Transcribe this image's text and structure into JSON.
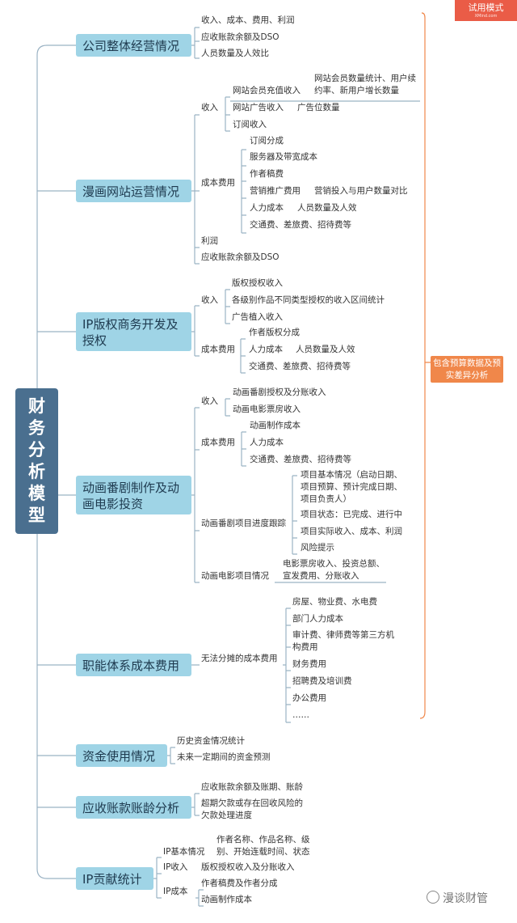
{
  "mode_badge": {
    "label": "试用模式",
    "sub": "XMind.com"
  },
  "root": "财务分析模型",
  "note": "包含预算数据及预实差异分析",
  "watermark": "漫谈财管",
  "c1": {
    "title": "公司整体经营情况",
    "items": [
      "收入、成本、费用、利润",
      "应收账款余额及DSO",
      "人员数量及人效比"
    ]
  },
  "c2": {
    "title": "漫画网站运营情况",
    "income": "收入",
    "member_charge": "网站会员充值收入",
    "member_stats": "网站会员数量统计、用户续约率、新用户增长数量",
    "ad_income": "网站广告收入",
    "ad_slots": "广告位数量",
    "subscription": "订阅收入",
    "cost": "成本费用",
    "cost_items": [
      "订阅分成",
      "服务器及带宽成本",
      "作者稿费"
    ],
    "marketing": "营销推广费用",
    "marketing_note": "营销投入与用户数量对比",
    "labor": "人力成本",
    "labor_note": "人员数量及人效",
    "travel": "交通费、差旅费、招待费等",
    "profit": "利润",
    "ar": "应收账款余额及DSO"
  },
  "c3": {
    "title": "IP版权商务开发及授权",
    "income": "收入",
    "income_items": [
      "版权授权收入",
      "各级别作品不同类型授权的收入区间统计",
      "广告植入收入"
    ],
    "cost": "成本费用",
    "author_share": "作者版权分成",
    "labor": "人力成本",
    "labor_note": "人员数量及人效",
    "travel": "交通费、差旅费、招待费等"
  },
  "c4": {
    "title": "动画番剧制作及动画电影投资",
    "income": "收入",
    "income_items": [
      "动画番剧授权及分账收入",
      "动画电影票房收入"
    ],
    "cost": "成本费用",
    "cost_items": [
      "动画制作成本",
      "人力成本",
      "交通费、差旅费、招待费等"
    ],
    "progress": "动画番剧项目进度跟踪",
    "progress_items": [
      "项目基本情况（启动日期、项目预算、预计完成日期、项目负责人）",
      "项目状态：已完成、进行中",
      "项目实际收入、成本、利润",
      "风险提示"
    ],
    "movie": "动画电影项目情况",
    "movie_note": "电影票房收入、投资总额、宣发费用、分账收入"
  },
  "c5": {
    "title": "职能体系成本费用",
    "sub": "无法分摊的成本费用",
    "items": [
      "房屋、物业费、水电费",
      "部门人力成本",
      "审计费、律师费等第三方机构费用",
      "财务费用",
      "招聘费及培训费",
      "办公费用",
      "……"
    ]
  },
  "c6": {
    "title": "资金使用情况",
    "items": [
      "历史资金情况统计",
      "未来一定期间的资金预测"
    ]
  },
  "c7": {
    "title": "应收账款账龄分析",
    "items": [
      "应收账款余额及账期、账龄",
      "超期欠款或存在回收风险的欠款处理进度"
    ]
  },
  "c8": {
    "title": "IP贡献统计",
    "basic": "IP基本情况",
    "basic_note": "作者名称、作品名称、级别、开始连载时间、状态",
    "income": "IP收入",
    "income_note": "版权授权收入及分账收入",
    "cost": "IP成本",
    "cost_items": [
      "作者稿费及作者分成",
      "动画制作成本"
    ]
  }
}
